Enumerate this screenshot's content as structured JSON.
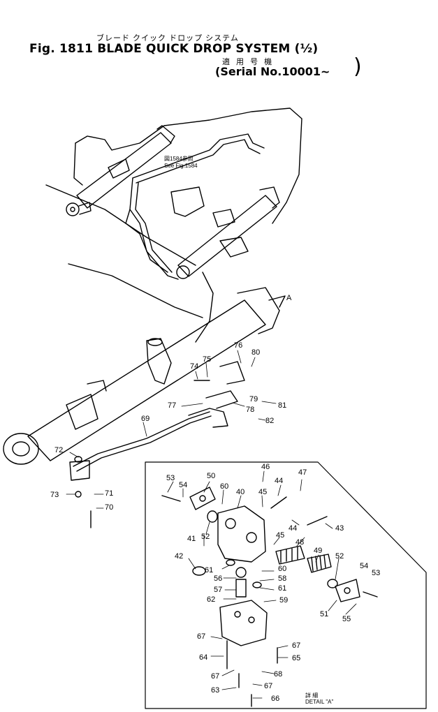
{
  "header": {
    "japanese_title": "ブレード クイック ドロップ システム",
    "title": "Fig. 1811  BLADE QUICK DROP SYSTEM (½)",
    "serial_japanese": "適 用 号 機",
    "serial": "(Serial No.10001~",
    "serial_close": ")"
  },
  "reference_note": {
    "line1": "図1584参照",
    "line2": "See Fig.1584",
    "marker": "A"
  },
  "callouts": [
    "76",
    "80",
    "74",
    "75",
    "79",
    "81",
    "77",
    "78",
    "82",
    "69",
    "72",
    "73",
    "71",
    "70",
    "46",
    "53",
    "50",
    "54",
    "60",
    "47",
    "44",
    "40",
    "45",
    "43",
    "44",
    "41",
    "42",
    "45",
    "48",
    "49",
    "52",
    "52",
    "54",
    "53",
    "61",
    "60",
    "56",
    "58",
    "57",
    "61",
    "62",
    "59",
    "51",
    "55",
    "67",
    "67",
    "64",
    "65",
    "67",
    "68",
    "63",
    "67",
    "66"
  ],
  "detail": {
    "jp": "詳 細",
    "label": "DETAIL \"A\""
  }
}
